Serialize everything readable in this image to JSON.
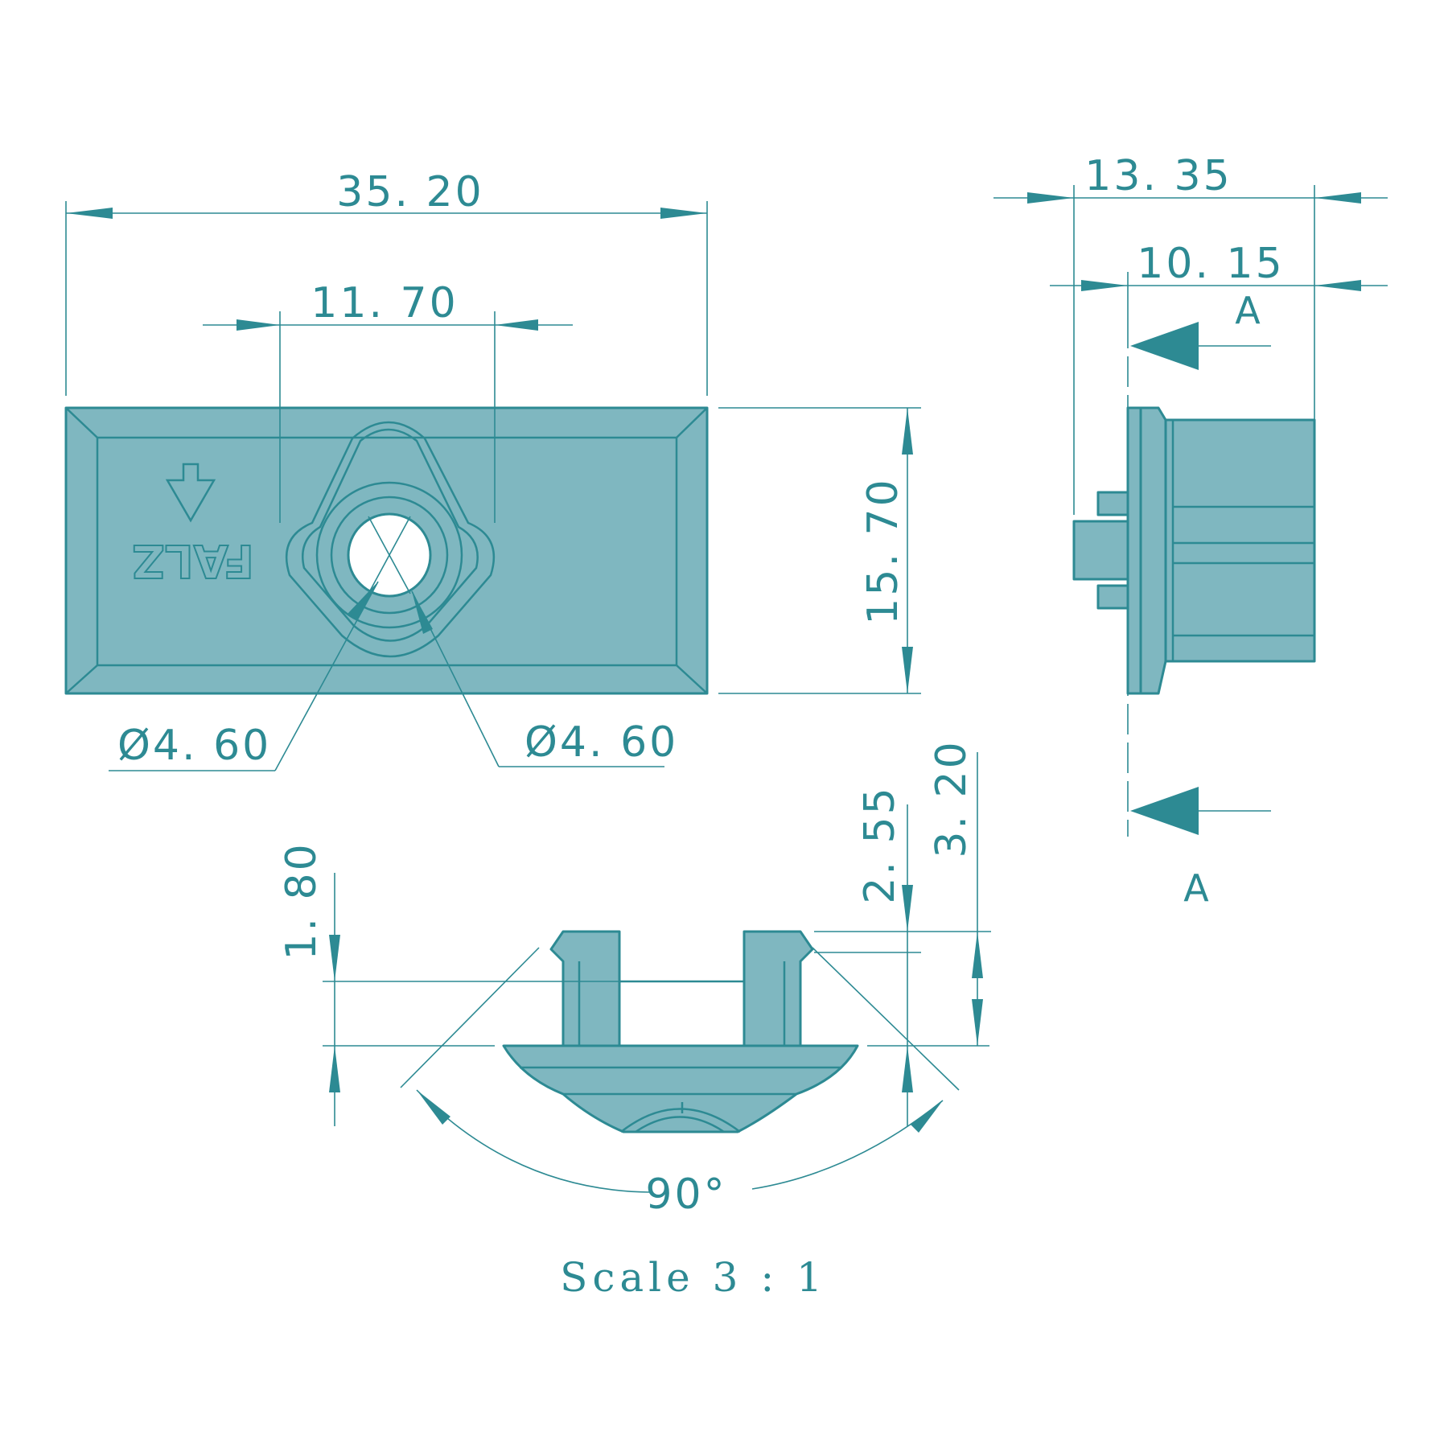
{
  "drawing": {
    "accent_color": "#2d8a93",
    "part_fill_color": "#7fb7c0",
    "front_view": {
      "dim_width": "35. 20",
      "dim_hole_spacing": "11. 70",
      "dim_height": "15. 70",
      "dim_diameter_left": "Ø4. 60",
      "dim_diameter_right": "Ø4. 60",
      "marking": "FALZ",
      "marking_icon": "down-arrow-icon"
    },
    "side_view": {
      "dim_overall": "13. 35",
      "dim_body": "10. 15",
      "section_label_top": "A",
      "section_label_bottom": "A"
    },
    "bottom_view": {
      "dim_a": "1. 80",
      "dim_b": "2. 55",
      "dim_c": "3. 20",
      "angle": "90°"
    },
    "scale_note": "Scale 3 : 1"
  }
}
